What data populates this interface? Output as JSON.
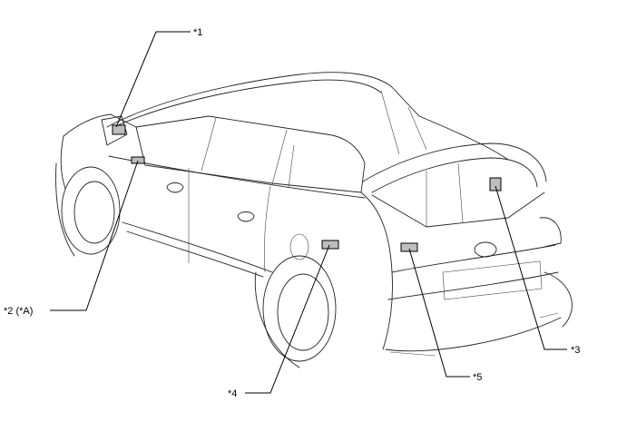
{
  "callouts": [
    {
      "id": "c1",
      "label": "*1"
    },
    {
      "id": "c2",
      "label": "*2 (*A)"
    },
    {
      "id": "c3",
      "label": "*3"
    },
    {
      "id": "c4",
      "label": "*4"
    },
    {
      "id": "c5",
      "label": "*5"
    }
  ]
}
